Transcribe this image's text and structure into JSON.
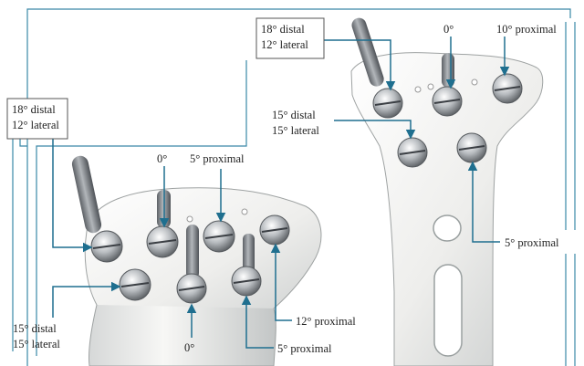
{
  "labels": {
    "tr_distal": "18° distal",
    "tr_lateral": "12° lateral",
    "tr_zero": "0°",
    "tr_prox10": "10° proximal",
    "tr_mid_distal": "15° distal",
    "tr_mid_lateral": "15° lateral",
    "tr_prox5": "5° proximal",
    "bl_distal": "18° distal",
    "bl_lateral": "12° lateral",
    "bl_zero_top": "0°",
    "bl_prox5_top": "5° proximal",
    "bl_low_distal": "15° distal",
    "bl_low_lateral": "15° lateral",
    "bl_zero_bottom": "0°",
    "bl_prox12": "12° proximal",
    "bl_prox5_bottom": "5° proximal"
  },
  "colors": {
    "frame_line": "#3a88a6",
    "arrow": "#1f6f8f",
    "plate_light": "#f6f6f4",
    "plate_shadow": "#b9bcbc",
    "screw_metal": "#8b8f93",
    "label_box_border": "#555555"
  }
}
